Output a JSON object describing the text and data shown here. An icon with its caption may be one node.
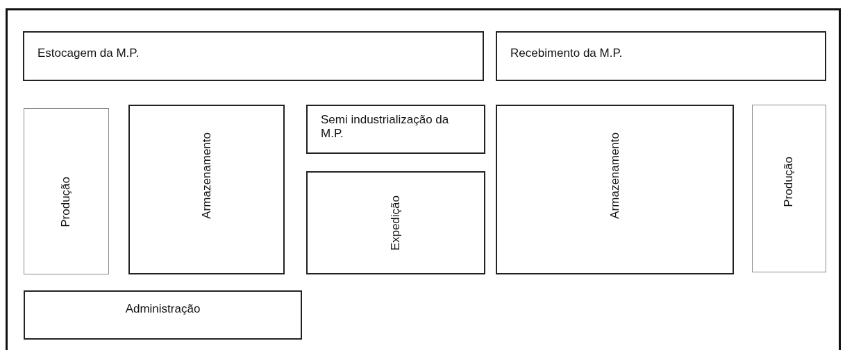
{
  "diagram": {
    "nodes": [
      {
        "text": [
          "Estocagem da M.P."
        ]
      },
      {
        "text": [
          "Recebimento da M.P."
        ]
      },
      {
        "text": [
          "Produção"
        ]
      },
      {
        "text": [
          "Armazenamento"
        ]
      },
      {
        "text": [
          "Semi industrialização da M.P."
        ]
      },
      {
        "text": [
          "Expedição"
        ]
      },
      {
        "text": [
          "Armazenamento"
        ]
      },
      {
        "text": [
          "Produção"
        ]
      },
      {
        "text": [
          "Administração"
        ]
      }
    ]
  }
}
